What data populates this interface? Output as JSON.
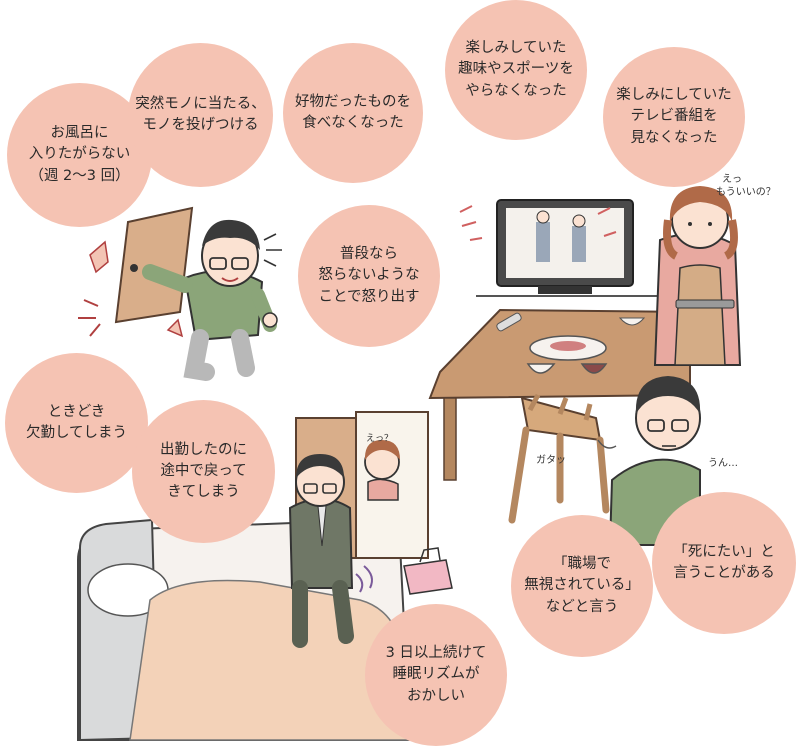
{
  "bubble_color": "#f5c3b3",
  "bubbles": [
    "お風呂に\n入りたがらない\n（週 2〜3 回）",
    "突然モノに当たる、\nモノを投げつける",
    "好物だったものを\n食べなくなった",
    "楽しみしていた\n趣味やスポーツを\nやらなくなった",
    "楽しみにしていた\nテレビ番組を\n見なくなった",
    "普段なら\n怒らないような\nことで怒り出す",
    "ときどき\n欠勤してしまう",
    "出勤したのに\n途中で戻って\nきてしまう",
    "「職場で\n無視されている」\nなどと言う",
    "「死にたい」と\n言うことがある",
    "3 日以上続けて\n睡眠リズムが\nおかしい"
  ],
  "scene_text": {
    "wife_question": "えっ\nもういいの？",
    "chair_sound": "ガタッ",
    "husband_reply": "うん…",
    "wife_door": "えっ？"
  }
}
